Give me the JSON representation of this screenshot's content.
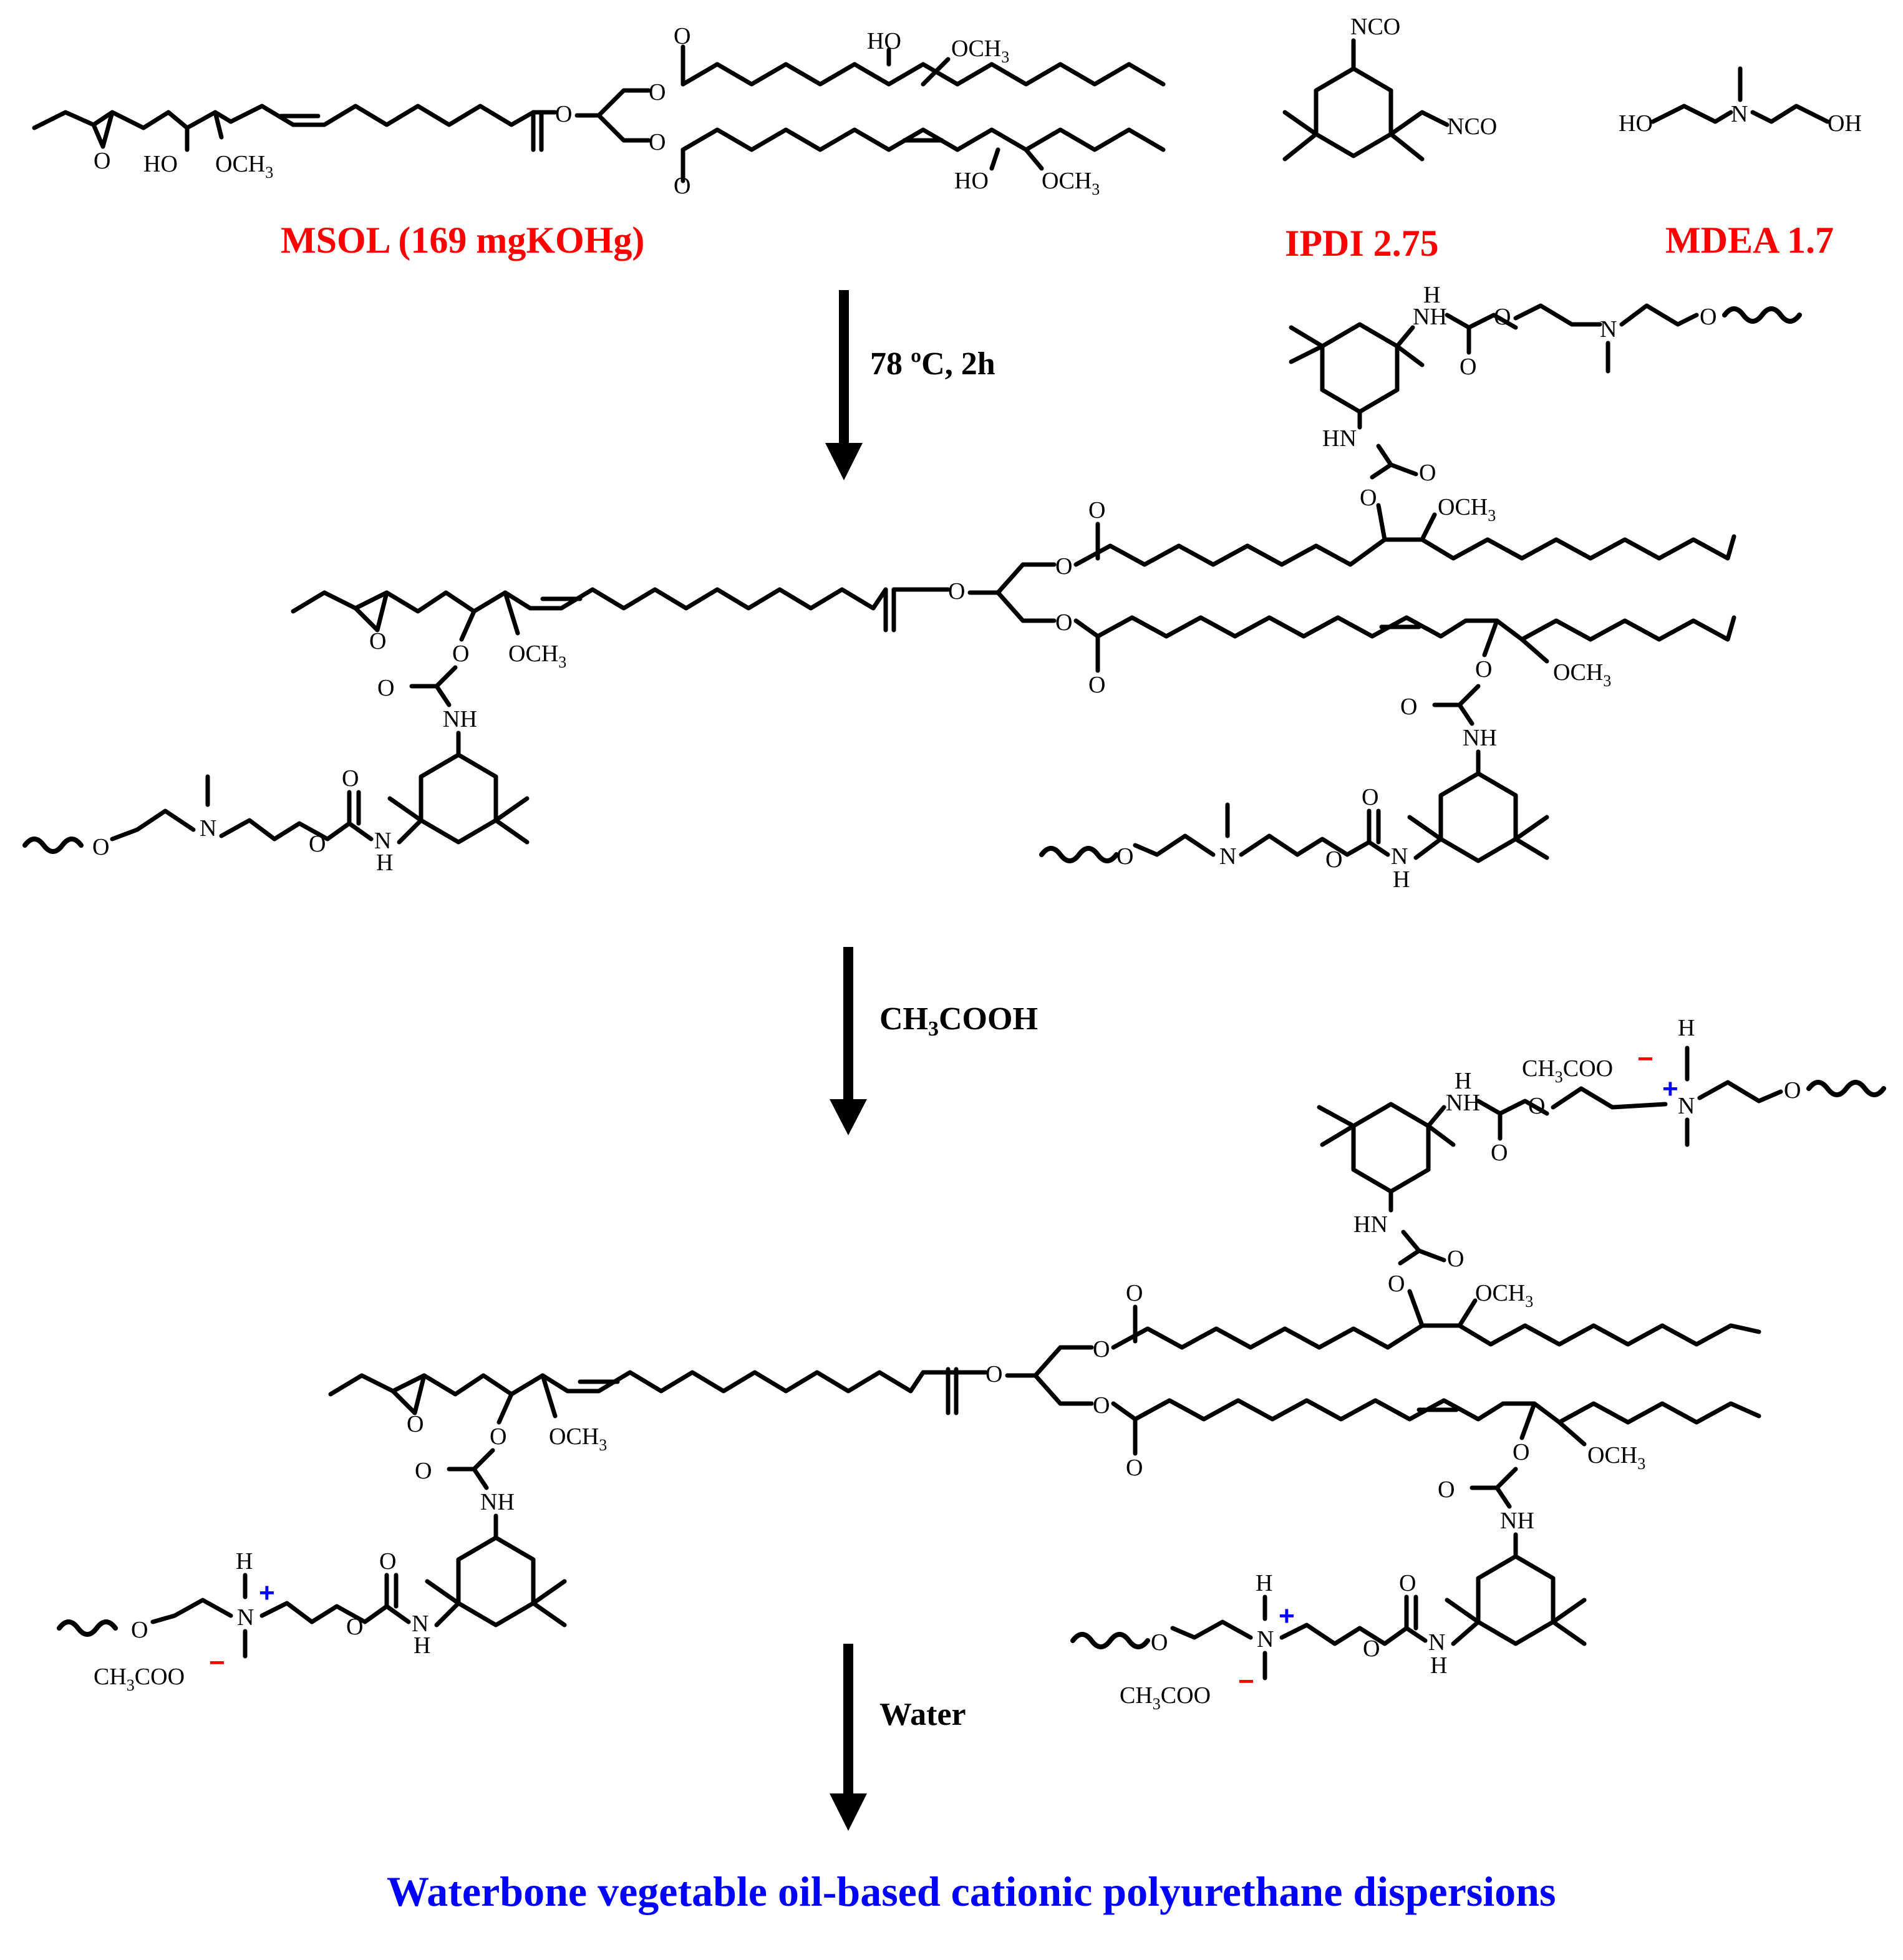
{
  "reactants": [
    {
      "label": "MSOL (169 mgKOHg)"
    },
    {
      "label": "IPDI 2.75"
    },
    {
      "label": "MDEA 1.7"
    }
  ],
  "reagent_groups": {
    "nco": "NCO",
    "ho": "HO",
    "oh": "OH",
    "n": "N",
    "o": "O",
    "hn": "HN",
    "nh": "NH",
    "h": "H",
    "och3": "OCH",
    "sub3": "3",
    "ch3coo_prefix": "CH",
    "ch3coo_suffix": "COO",
    "plus": "+",
    "minus": "−"
  },
  "steps": [
    {
      "condition": "78 ºC, 2h"
    },
    {
      "condition_prefix": "CH",
      "condition_sub": "3",
      "condition_suffix": "COOH"
    },
    {
      "condition": "Water"
    }
  ],
  "product_label": "Waterbone vegetable oil-based cationic polyurethane dispersions",
  "colors": {
    "reactant_label": "#ff0000",
    "product_label": "#0000ff",
    "positive_charge": "#0000ff",
    "negative_charge": "#ff0000",
    "ink": "#000000"
  }
}
